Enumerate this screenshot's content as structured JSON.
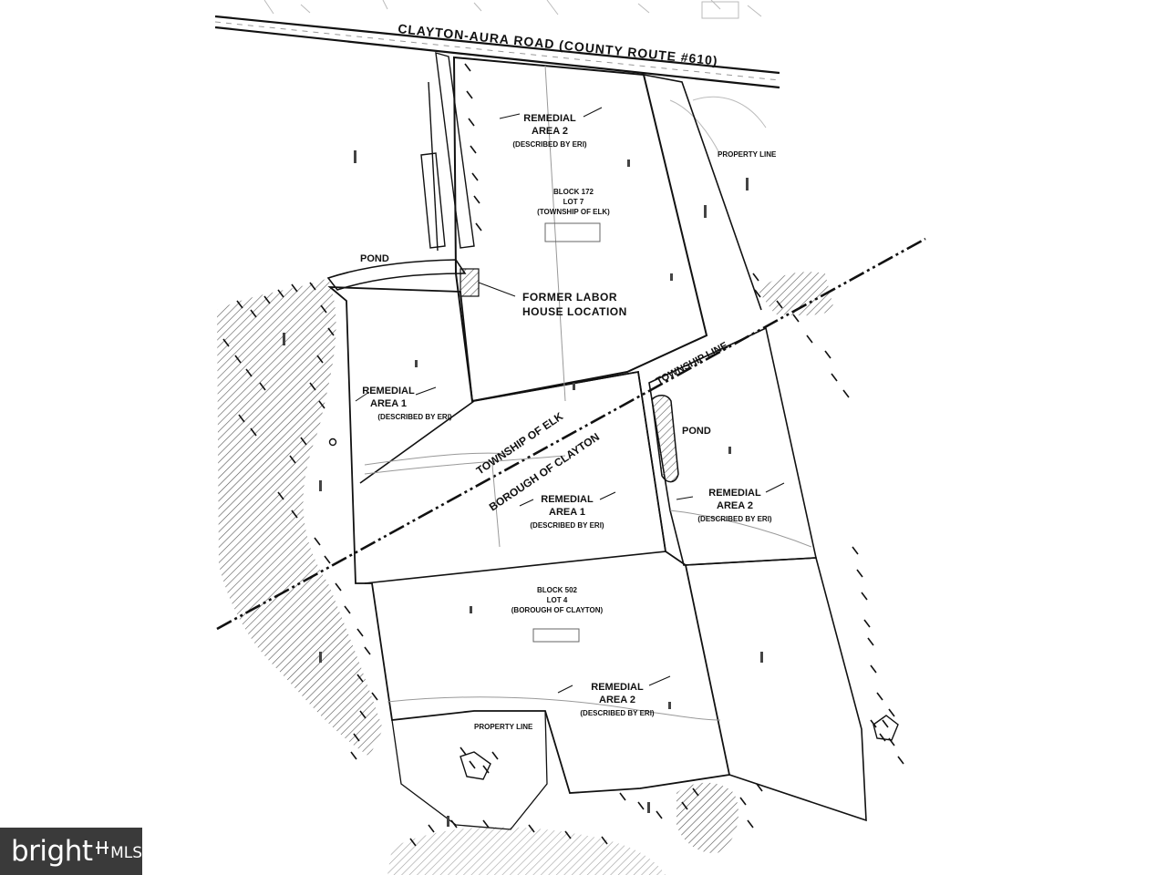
{
  "map": {
    "road_label": "CLAYTON-AURA ROAD  (COUNTY ROUTE #610)",
    "areas": {
      "remedial_2_north": {
        "line1": "REMEDIAL",
        "line2": "AREA 2",
        "line3": "(DESCRIBED BY ERI)"
      },
      "remedial_1_west": {
        "line1": "REMEDIAL",
        "line2": "AREA 1",
        "line3": "(DESCRIBED BY ERI)"
      },
      "remedial_1_center": {
        "line1": "REMEDIAL",
        "line2": "AREA 1",
        "line3": "(DESCRIBED BY ERI)"
      },
      "remedial_2_east": {
        "line1": "REMEDIAL",
        "line2": "AREA 2",
        "line3": "(DESCRIBED BY ERI)"
      },
      "remedial_2_south": {
        "line1": "REMEDIAL",
        "line2": "AREA 2",
        "line3": "(DESCRIBED BY ERI)"
      }
    },
    "block_172": {
      "line1": "BLOCK 172",
      "line2": "LOT 7",
      "line3": "(TOWNSHIP OF ELK)"
    },
    "block_502": {
      "line1": "BLOCK 502",
      "line2": "LOT 4",
      "line3": "(BOROUGH OF CLAYTON)"
    },
    "pond_west": "POND",
    "pond_east": "POND",
    "former_labor_house": {
      "line1": "FORMER LABOR",
      "line2": "HOUSE LOCATION"
    },
    "property_line_north": "PROPERTY LINE",
    "property_line_south": "PROPERTY LINE",
    "township_line": "TOWNSHIP LINE",
    "township_of_elk": "TOWNSHIP OF ELK",
    "borough_of_clayton": "BOROUGH OF CLAYTON"
  },
  "watermark": {
    "brand": "bright",
    "suffix": "MLS"
  }
}
